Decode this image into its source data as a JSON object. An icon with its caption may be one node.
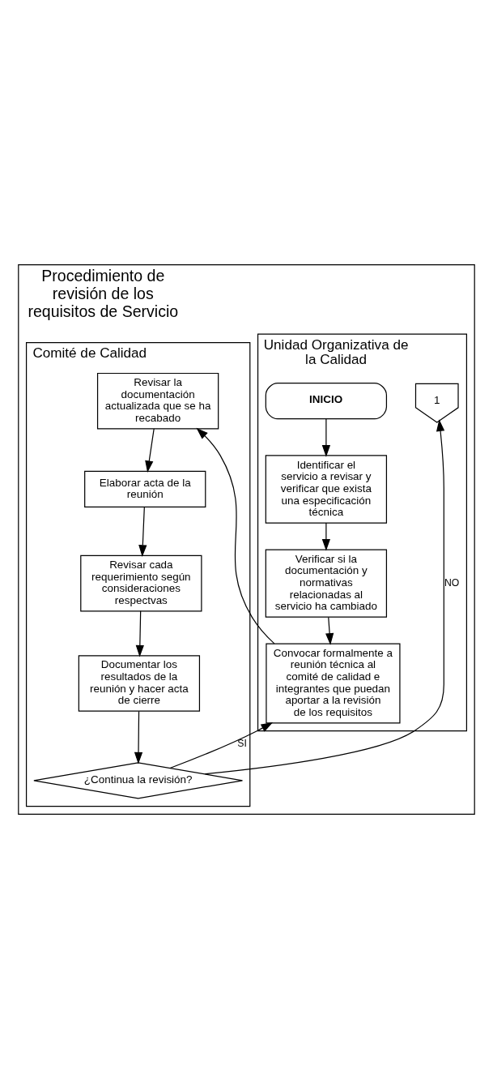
{
  "diagram": {
    "nodes": [
      {
        "text": [
          "Procedimiento de revisión de los requisitos de Servicio"
        ]
      },
      {
        "text": [
          "Unidad Organizativa de la Calidad"
        ],
        "in": 0
      },
      {
        "text": [
          "Comité de Calidad"
        ],
        "in": 0
      },
      {
        "text": [
          "INICIO"
        ],
        "in": 1
      },
      {
        "text": [
          "Identificar el servicio a revisar y verificar que exista una especificación técnica"
        ],
        "in": 1
      },
      {
        "text": [
          "Verificar si la documentación y normativas relacionadas al servicio ha cambiado"
        ],
        "in": 1
      },
      {
        "text": [
          "Convocar formalmente a reunión técnica al comité de calidad e integrantes que puedan aportar a la revisión de los requisitos"
        ],
        "in": 1
      },
      {
        "text": [
          "Revisar la documentación actualizada que se ha recabado"
        ],
        "in": 2
      },
      {
        "text": [
          "Elaborar acta de la reunión"
        ],
        "in": 2
      },
      {
        "text": [
          "Revisar cada requerimiento según consideraciones respectvas"
        ],
        "in": 2
      },
      {
        "text": [
          "Documentar los resultados de la reunión y hacer acta de cierre"
        ],
        "in": 2
      },
      {
        "text": [
          "¿Continua la revisión?"
        ],
        "in": 2
      },
      {
        "text": [
          "1"
        ],
        "in": 1
      }
    ],
    "edges": [
      {
        "from": 3,
        "to": 4,
        "arrow": "to"
      },
      {
        "from": 4,
        "to": 5,
        "arrow": "to"
      },
      {
        "from": 5,
        "to": 6,
        "arrow": "to"
      },
      {
        "from": 6,
        "to": 7,
        "arrow": "to"
      },
      {
        "from": 7,
        "to": 8,
        "arrow": "to"
      },
      {
        "from": 8,
        "to": 9,
        "arrow": "to"
      },
      {
        "from": 9,
        "to": 10,
        "arrow": "to"
      },
      {
        "from": 10,
        "to": 11,
        "arrow": "to"
      },
      {
        "from": 11,
        "to": 6,
        "arrow": "to",
        "label": "SI"
      },
      {
        "from": 11,
        "to": 12,
        "arrow": "to",
        "label": "NO"
      }
    ]
  }
}
